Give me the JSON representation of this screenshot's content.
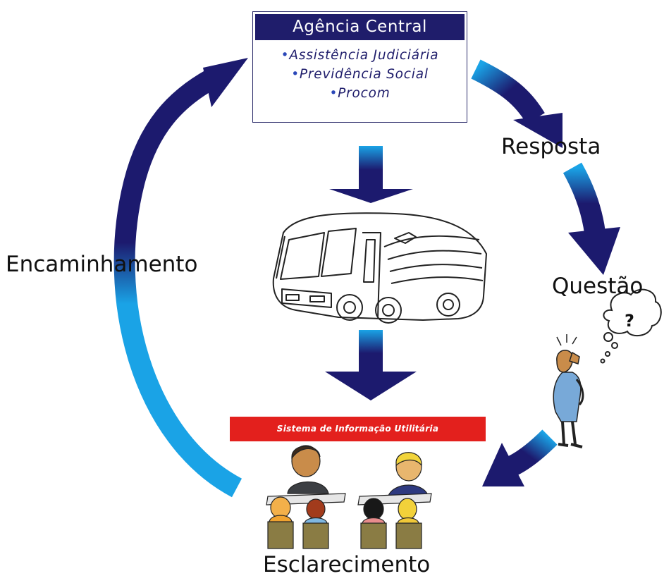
{
  "agency": {
    "title": "Agência Central",
    "items": [
      "Assistência Judiciária",
      "Previdência Social",
      "Procom"
    ]
  },
  "labels": {
    "encaminhamento": "Encaminhamento",
    "resposta": "Resposta",
    "questao": "Questão",
    "esclarecimento": "Esclarecimento",
    "thought_mark": "?"
  },
  "banner": {
    "text": "Sistema de Informação Utilitária"
  },
  "icons": {
    "bus": "bus-icon",
    "thinking_person": "thinking-person-icon",
    "thought_bubble": "thought-bubble-icon",
    "classroom": "classroom-icon"
  },
  "colors": {
    "arrow_dark": "#1c1a6e",
    "arrow_light": "#1aa3e6",
    "agency_title_bg": "#1f1d6b",
    "banner_bg": "#e3201d",
    "text": "#111111"
  }
}
